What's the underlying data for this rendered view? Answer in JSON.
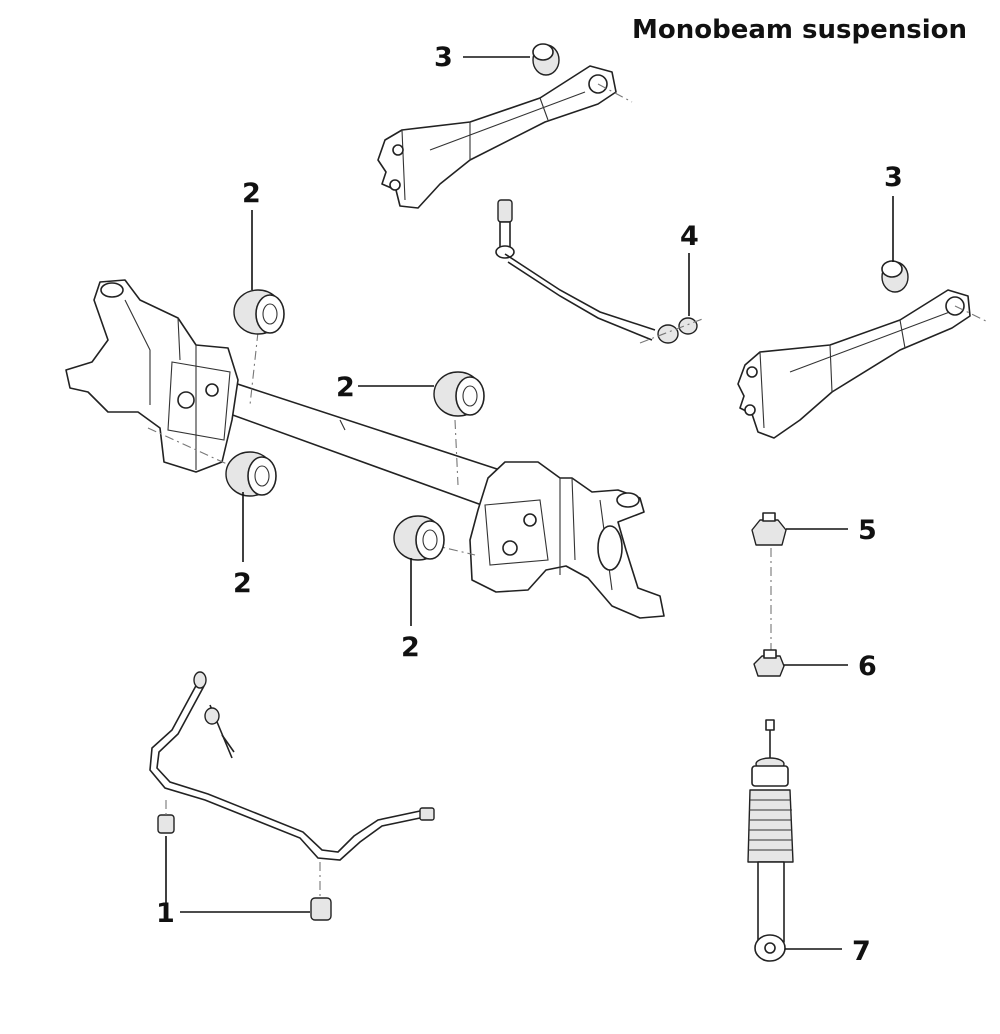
{
  "title": "Monobeam suspension",
  "callouts": {
    "c1": "1",
    "c2a": "2",
    "c2b": "2",
    "c2c": "2",
    "c2d": "2",
    "c3a": "3",
    "c3b": "3",
    "c4": "4",
    "c5": "5",
    "c6": "6",
    "c7": "7"
  }
}
